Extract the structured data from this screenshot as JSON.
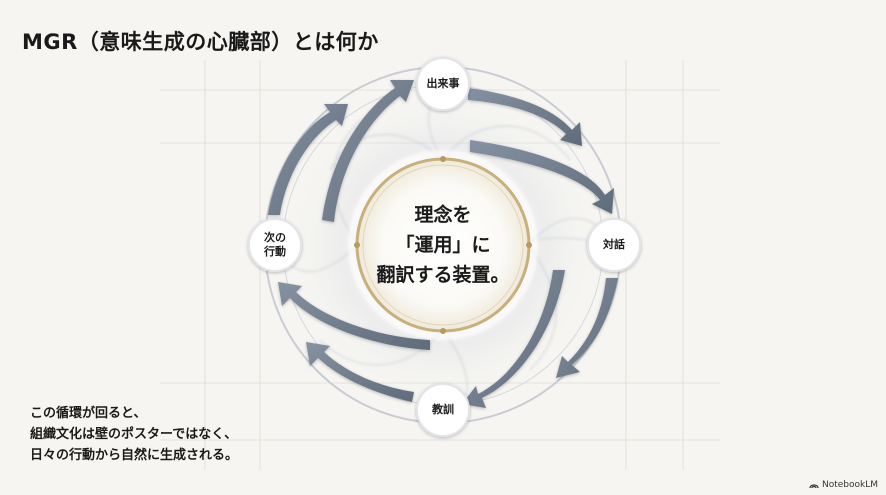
{
  "title": "MGR（意味生成の心臓部）とは何か",
  "center": {
    "lines": [
      "理念を",
      "「運用」に",
      "翻訳する装置。"
    ]
  },
  "nodes": [
    {
      "id": "event",
      "lines": [
        "出来事"
      ]
    },
    {
      "id": "dialogue",
      "lines": [
        "対話"
      ]
    },
    {
      "id": "lesson",
      "lines": [
        "教訓"
      ]
    },
    {
      "id": "next-action",
      "lines": [
        "次の",
        "行動"
      ]
    }
  ],
  "caption": {
    "lines": [
      "この循環が回ると、",
      "組織文化は壁のポスターではなく、",
      "日々の行動から自然に生成される。"
    ]
  },
  "brand": {
    "name": "NotebookLM",
    "icon": "notebooklm-logo-icon"
  },
  "colors": {
    "background": "#f6f5f1",
    "arrow": "#6f7c8d",
    "center_ring": "#c8b07a",
    "node_border": "#e2e4e8"
  }
}
